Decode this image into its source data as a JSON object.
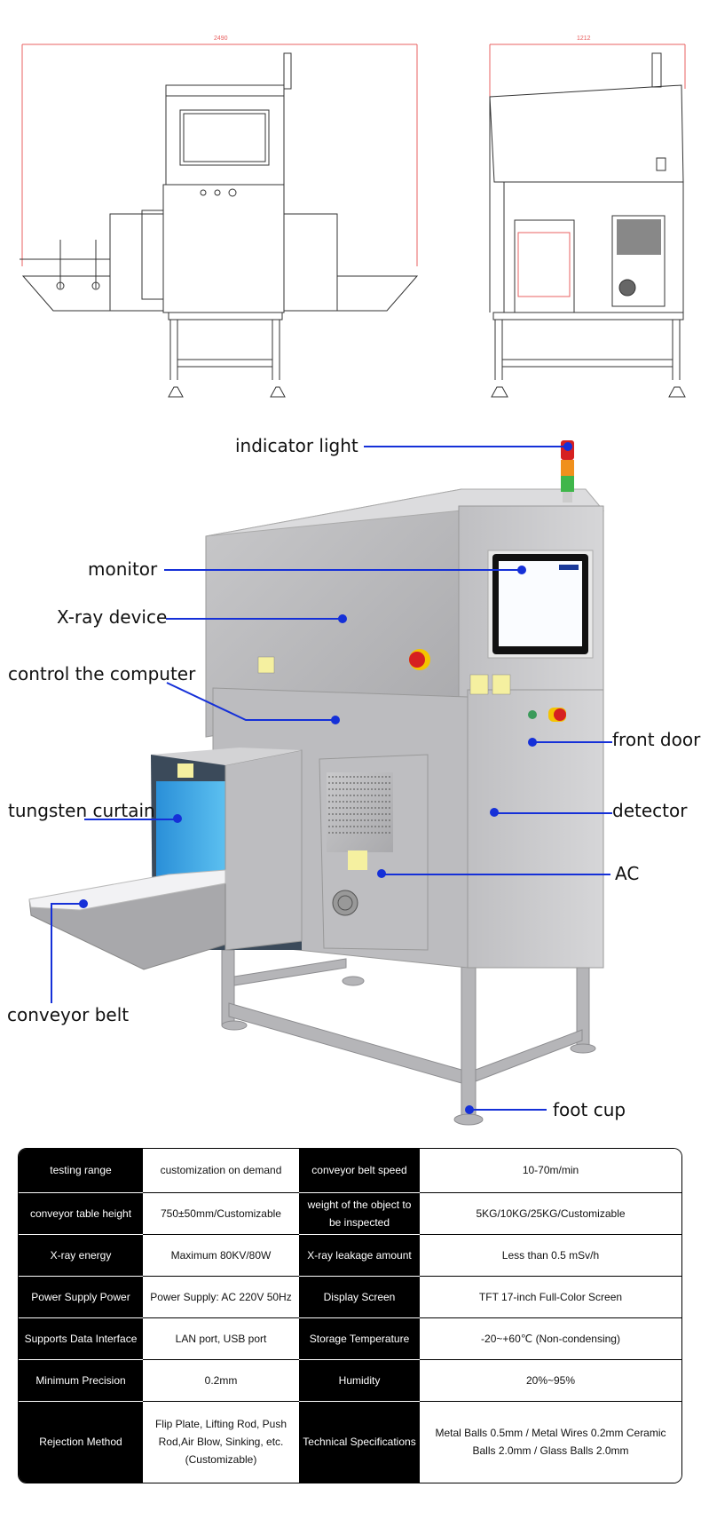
{
  "drawings": {
    "front_view_dimension": "2490",
    "side_view_dimension": "1212"
  },
  "callouts": {
    "indicator_light": "indicator light",
    "monitor": "monitor",
    "xray_device": "X-ray device",
    "control_computer": "control the computer",
    "tungsten_curtain": "tungsten curtain",
    "conveyor_belt": "conveyor belt",
    "front_door": "front door",
    "detector": "detector",
    "ac": "AC",
    "foot_cup": "foot cup"
  },
  "colors": {
    "callout_line": "#1530d8",
    "dimension": "#e86060",
    "curtain": "#3aa6e8"
  },
  "specs": [
    {
      "k1": "testing range",
      "v1": "customization on demand",
      "k2": "conveyor belt speed",
      "v2": "10-70m/min"
    },
    {
      "k1": "conveyor table height",
      "v1": "750±50mm/Customizable",
      "k2": "weight of the object to be inspected",
      "v2": "5KG/10KG/25KG/Customizable"
    },
    {
      "k1": "X-ray energy",
      "v1": "Maximum 80KV/80W",
      "k2": "X-ray leakage amount",
      "v2": "Less than 0.5 mSv/h"
    },
    {
      "k1": "Power Supply Power",
      "v1": "Power Supply: AC 220V 50Hz",
      "k2": "Display Screen",
      "v2": "TFT 17-inch Full-Color Screen"
    },
    {
      "k1": "Supports Data Interface",
      "v1": "LAN port, USB port",
      "k2": "Storage Temperature",
      "v2": "-20~+60℃ (Non-condensing)"
    },
    {
      "k1": "Minimum Precision",
      "v1": "0.2mm",
      "k2": "Humidity",
      "v2": "20%~95%"
    },
    {
      "k1": "Rejection Method",
      "v1": "Flip Plate, Lifting Rod, Push Rod,Air Blow, Sinking, etc. (Customizable)",
      "k2": "Technical Specifications",
      "v2": "Metal Balls 0.5mm / Metal Wires 0.2mm Ceramic Balls 2.0mm / Glass Balls 2.0mm"
    }
  ]
}
